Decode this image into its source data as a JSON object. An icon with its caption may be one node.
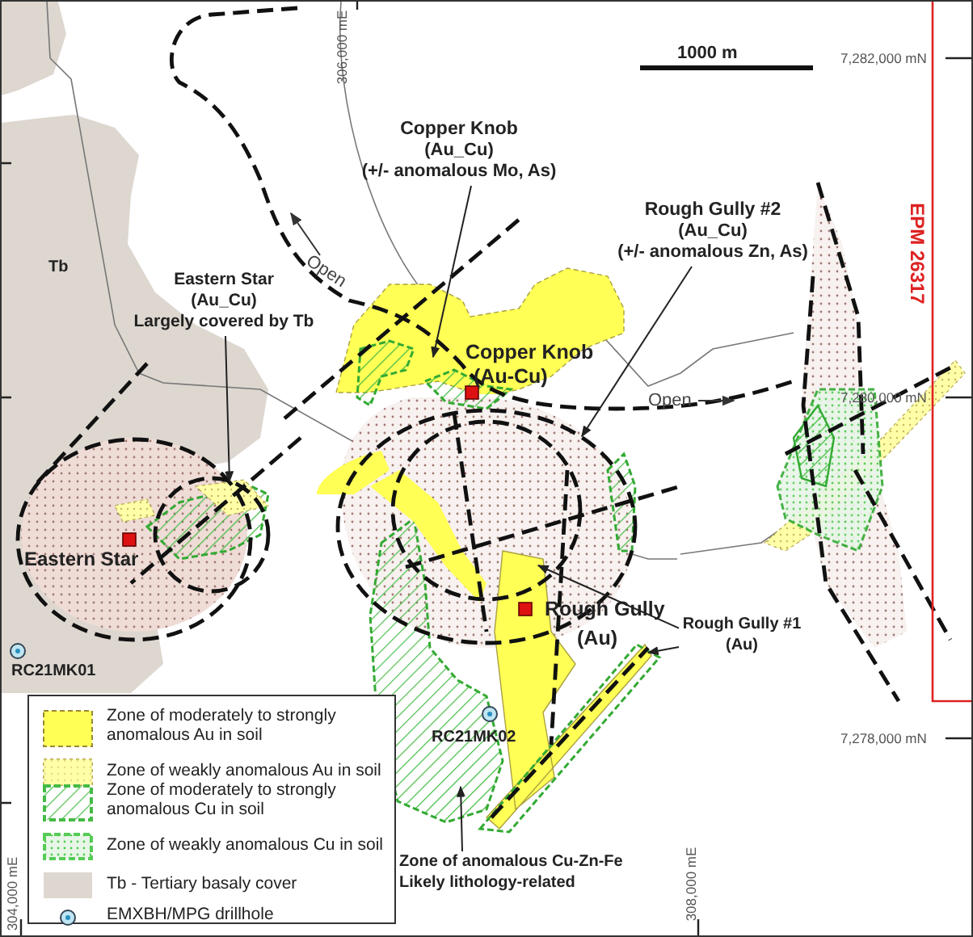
{
  "diagram": {
    "nodes": [
      {
        "text": [
          "Copper Knob",
          "(Au_Cu)",
          "(+/- anomalous  Mo, As)"
        ]
      },
      {
        "text": [
          "Rough Gully #2",
          "(Au_Cu)",
          "(+/- anomalous  Zn, As)"
        ]
      },
      {
        "text": [
          "Eastern Star",
          "(Au_Cu)",
          "Largely covered by Tb"
        ]
      },
      {
        "text": [
          "Rough Gully #1",
          "(Au)"
        ]
      },
      {
        "text": [
          "Zone of anomalous Cu-Zn-Fe",
          "Likely lithology-related"
        ]
      },
      {
        "text": [
          "Copper Knob",
          "(Au-Cu)"
        ]
      },
      {
        "text": [
          "Eastern Star"
        ]
      },
      {
        "text": [
          "Rough Gully",
          "(Au)"
        ]
      },
      {
        "text": [],
        "shape": "area"
      }
    ],
    "edges": [
      {
        "from": 0,
        "to": 5,
        "arrow": "to"
      },
      {
        "from": 1,
        "to": 7,
        "arrow": "to"
      },
      {
        "from": 2,
        "to": 6,
        "arrow": "to"
      },
      {
        "from": 3,
        "to": 7,
        "arrow": "to"
      },
      {
        "from": 3,
        "to": 7,
        "arrow": "to"
      },
      {
        "from": 4,
        "to": 8,
        "arrow": "to"
      }
    ],
    "labels": [
      "1000 m",
      "306,000 mE",
      "7,282,000 mN",
      "EPM 26317",
      "Open",
      "Tb",
      "Open",
      "7,280,000 mN",
      "RC21MK01",
      "RC21MK02",
      "7,278,000 mN",
      "304,000 mE",
      "308,000 mE"
    ],
    "legend": [
      {
        "text": "Zone of moderately to strongly anomalous Au in soil",
        "color": "#ffff55"
      },
      {
        "text": "Zone of weakly anomalous Au in soil",
        "color": "#ffffa8"
      },
      {
        "text": "Zone of moderately to strongly anomalous Cu in soil",
        "color": "#44bb44"
      },
      {
        "text": "Zone of weakly anomalous Cu in soil",
        "color": "#55cc55"
      },
      {
        "text": "Tb - Tertiary basaly cover",
        "color": "#ddd7d0"
      },
      {
        "text": "EMXBH/MPG drillhole"
      }
    ]
  }
}
